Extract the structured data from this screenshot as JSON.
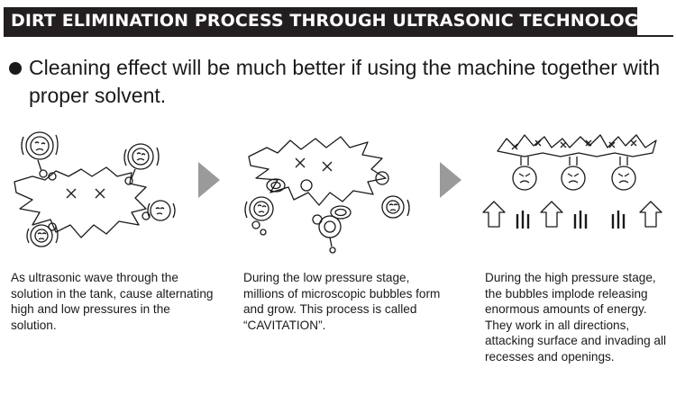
{
  "header": {
    "title": "DIRT ELIMINATION PROCESS THROUGH ULTRASONIC TECHNOLOGY"
  },
  "intro": {
    "text": "Cleaning effect will be much better if using the machine together with proper solvent."
  },
  "steps": [
    {
      "caption": "As ultrasonic wave through the solution in the tank, cause alternating high and low pressures in the solution."
    },
    {
      "caption": "During the low pressure stage, millions of microscopic bubbles form and grow. This process is called “CAVITATION”."
    },
    {
      "caption": "During the high pressure stage, the bubbles implode releasing enormous amounts of energy. They work in all directions, attacking surface and invading all recesses and openings."
    }
  ],
  "colors": {
    "title_bg": "#231f20",
    "title_text": "#ffffff",
    "arrow": "#9a9a9a",
    "ink": "#1a1a1a"
  }
}
